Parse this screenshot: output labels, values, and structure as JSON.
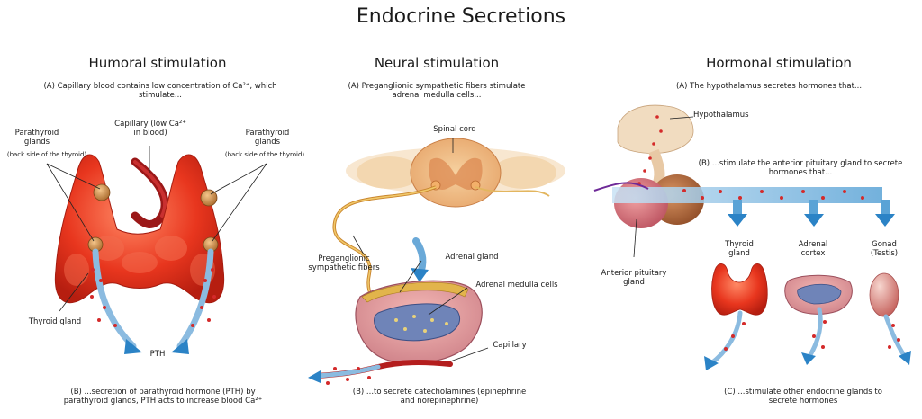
{
  "title": "Endocrine Secretions",
  "humoral": {
    "heading": "Humoral stimulation",
    "caption_a": "(A) Capillary blood contains low concentration of Ca²⁺, which stimulate...",
    "capillary_label": "Capillary (low Ca²⁺ in blood)",
    "parathyroid_left": "Parathyroid glands",
    "parathyroid_left_note": "(back side of the thyroid)",
    "parathyroid_right": "Parathyroid glands",
    "parathyroid_right_note": "(back side of the thyroid)",
    "thyroid_label": "Thyroid gland",
    "pth_label": "PTH",
    "caption_b": "(B) ...secretion of parathyroid hormone (PTH) by parathyroid glands, PTH acts to increase blood Ca²⁺"
  },
  "neural": {
    "heading": "Neural stimulation",
    "caption_a": "(A) Preganglionic sympathetic fibers stimulate adrenal medulla cells...",
    "spinal_cord_label": "Spinal cord",
    "preganglionic_label": "Preganglionic sympathetic fibers",
    "adrenal_gland_label": "Adrenal gland",
    "adrenal_medulla_label": "Adrenal medulla cells",
    "capillary_label": "Capillary",
    "caption_b": "(B) ...to secrete catecholamines (epinephrine and norepinephrine)"
  },
  "hormonal": {
    "heading": "Hormonal stimulation",
    "caption_a": "(A) The hypothalamus secretes hormones that...",
    "hypothalamus_label": "Hypothalamus",
    "caption_b": "(B) ...stimulate the anterior pituitary gland to secrete hormones that...",
    "anterior_pituitary_label": "Anterior pituitary gland",
    "thyroid_label": "Thyroid gland",
    "adrenal_cortex_label": "Adrenal cortex",
    "gonad_label": "Gonad (Testis)",
    "caption_c": "(C) ...stimulate other endocrine glands to secrete hormones"
  },
  "colors": {
    "gland_red": "#e8361e",
    "gland_light": "#f26a4c",
    "arrow_blue": "#2b83c6",
    "hormone_dot": "#d42a2a",
    "nerve_yellow": "#e7b54a",
    "spinal_cream": "#f3d7b0"
  }
}
